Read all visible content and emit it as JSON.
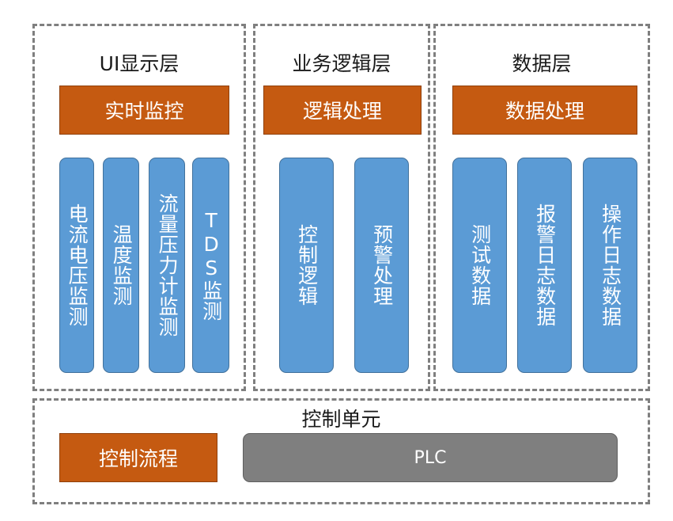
{
  "ui_layer": {
    "title": "UI显示层",
    "header": "实时监控",
    "modules": [
      "电流电压监测",
      "温度监测",
      "流量压力计监测",
      "TDS监测"
    ]
  },
  "logic_layer": {
    "title": "业务逻辑层",
    "header": "逻辑处理",
    "modules": [
      "控制逻辑",
      "预警处理"
    ]
  },
  "data_layer": {
    "title": "数据层",
    "header": "数据处理",
    "modules": [
      "测试数据",
      "报警日志数据",
      "操作日志数据"
    ]
  },
  "control_unit": {
    "title": "控制单元",
    "process": "控制流程",
    "plc": "PLC"
  }
}
